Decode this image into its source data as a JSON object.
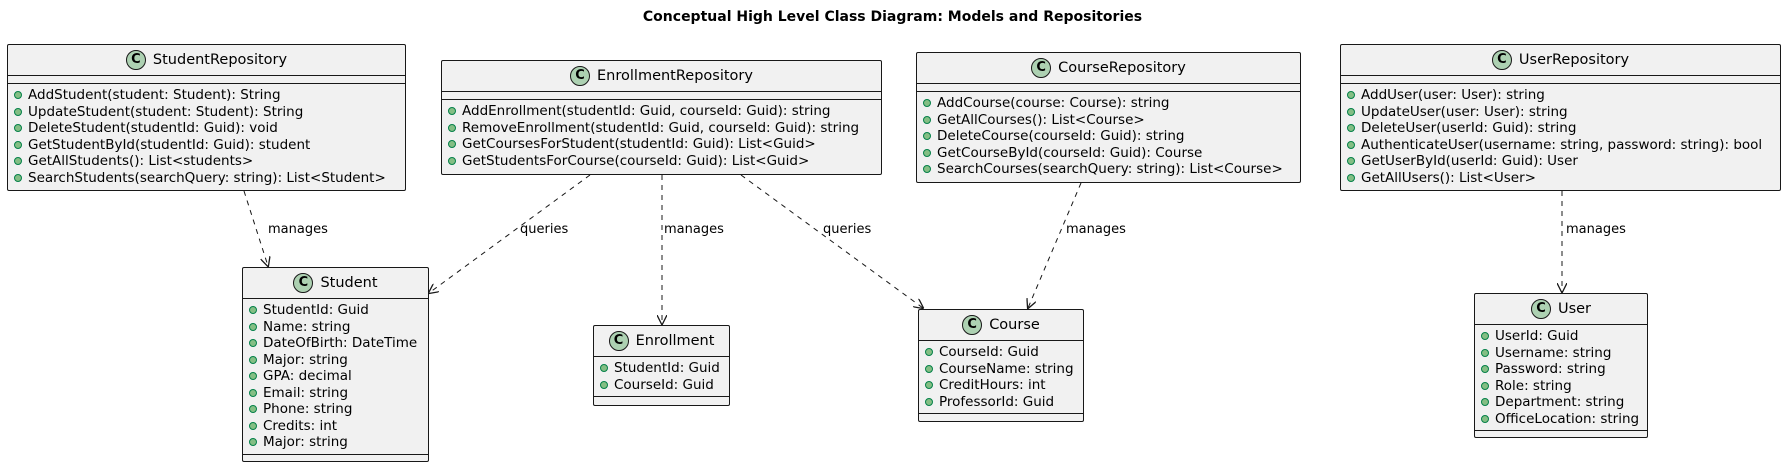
{
  "diagram": {
    "title": "Conceptual High Level Class Diagram: Models and Repositories"
  },
  "classes": {
    "student_repository": {
      "name": "StudentRepository",
      "icon": "C",
      "methods": [
        "AddStudent(student: Student): String",
        "UpdateStudent(student: Student): String",
        "DeleteStudent(studentId: Guid): void",
        "GetStudentById(studentId: Guid): student",
        "GetAllStudents(): List<students>",
        "SearchStudents(searchQuery: string): List<Student>"
      ]
    },
    "enrollment_repository": {
      "name": "EnrollmentRepository",
      "icon": "C",
      "methods": [
        "AddEnrollment(studentId: Guid, courseId: Guid): string",
        "RemoveEnrollment(studentId: Guid, courseId: Guid): string",
        "GetCoursesForStudent(studentId: Guid): List<Guid>",
        "GetStudentsForCourse(courseId: Guid): List<Guid>"
      ]
    },
    "course_repository": {
      "name": "CourseRepository",
      "icon": "C",
      "methods": [
        "AddCourse(course: Course): string",
        "GetAllCourses(): List<Course>",
        "DeleteCourse(courseId: Guid): string",
        "GetCourseById(courseId: Guid): Course",
        "SearchCourses(searchQuery: string): List<Course>"
      ]
    },
    "user_repository": {
      "name": "UserRepository",
      "icon": "C",
      "methods": [
        "AddUser(user: User): string",
        "UpdateUser(user: User): string",
        "DeleteUser(userId: Guid): string",
        "AuthenticateUser(username: string, password: string): bool",
        "GetUserById(userId: Guid): User",
        "GetAllUsers(): List<User>"
      ]
    },
    "student": {
      "name": "Student",
      "icon": "C",
      "fields": [
        "StudentId: Guid",
        "Name: string",
        "DateOfBirth: DateTime",
        "Major: string",
        "GPA: decimal",
        "Email: string",
        "Phone: string",
        "Credits: int",
        "Major: string"
      ]
    },
    "enrollment": {
      "name": "Enrollment",
      "icon": "C",
      "fields": [
        "StudentId: Guid",
        "CourseId: Guid"
      ]
    },
    "course": {
      "name": "Course",
      "icon": "C",
      "fields": [
        "CourseId: Guid",
        "CourseName: string",
        "CreditHours: int",
        "ProfessorId: Guid"
      ]
    },
    "user": {
      "name": "User",
      "icon": "C",
      "fields": [
        "UserId: Guid",
        "Username: string",
        "Password: string",
        "Role: string",
        "Department: string",
        "OfficeLocation: string"
      ]
    }
  },
  "relations": [
    {
      "from": "StudentRepository",
      "to": "Student",
      "label": "manages"
    },
    {
      "from": "EnrollmentRepository",
      "to": "Student",
      "label": "queries"
    },
    {
      "from": "EnrollmentRepository",
      "to": "Enrollment",
      "label": "manages"
    },
    {
      "from": "EnrollmentRepository",
      "to": "Course",
      "label": "queries"
    },
    {
      "from": "CourseRepository",
      "to": "Course",
      "label": "manages"
    },
    {
      "from": "UserRepository",
      "to": "User",
      "label": "manages"
    }
  ],
  "style": {
    "class_fill": "#F1F1F1",
    "border": "#181818",
    "class_icon_fill": "#ADD1B2",
    "public_marker_fill": "#84BE84",
    "public_marker_stroke": "#038048"
  }
}
